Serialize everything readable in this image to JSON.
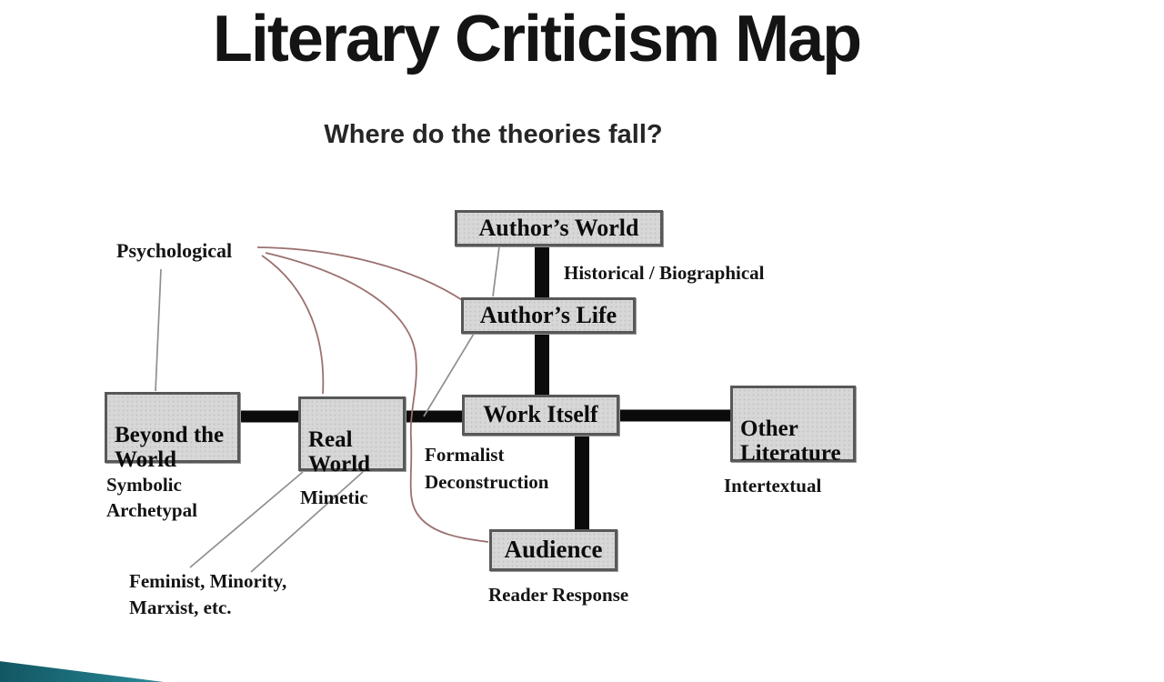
{
  "slide": {
    "title": "Literary Criticism Map",
    "subtitle": "Where do the theories fall?"
  },
  "map": {
    "nodes": {
      "authors_world": "Author’s World",
      "authors_life": "Author’s Life",
      "beyond_world": "Beyond the\nWorld",
      "real_world": "Real\nWorld",
      "work_itself": "Work Itself",
      "other_literature": "Other\nLiterature",
      "audience": "Audience"
    },
    "theories": {
      "psychological": "Psychological",
      "historical_biographical": "Historical / Biographical",
      "symbolic_archetypal": "Symbolic\nArchetypal",
      "mimetic": "Mimetic",
      "formalist_deconstruction": "Formalist\nDeconstruction",
      "intertextual": "Intertextual",
      "reader_response": "Reader Response",
      "feminist_minority_marxist": "Feminist, Minority,\nMarxist, etc."
    },
    "colors": {
      "box_fill": "#d7d7d7",
      "box_border": "#585858",
      "thick_line": "#0b0b0b",
      "thin_gray_line": "#8f8f8f",
      "curve_line": "#9b7070",
      "corner_accent": "#1b6b78"
    }
  }
}
